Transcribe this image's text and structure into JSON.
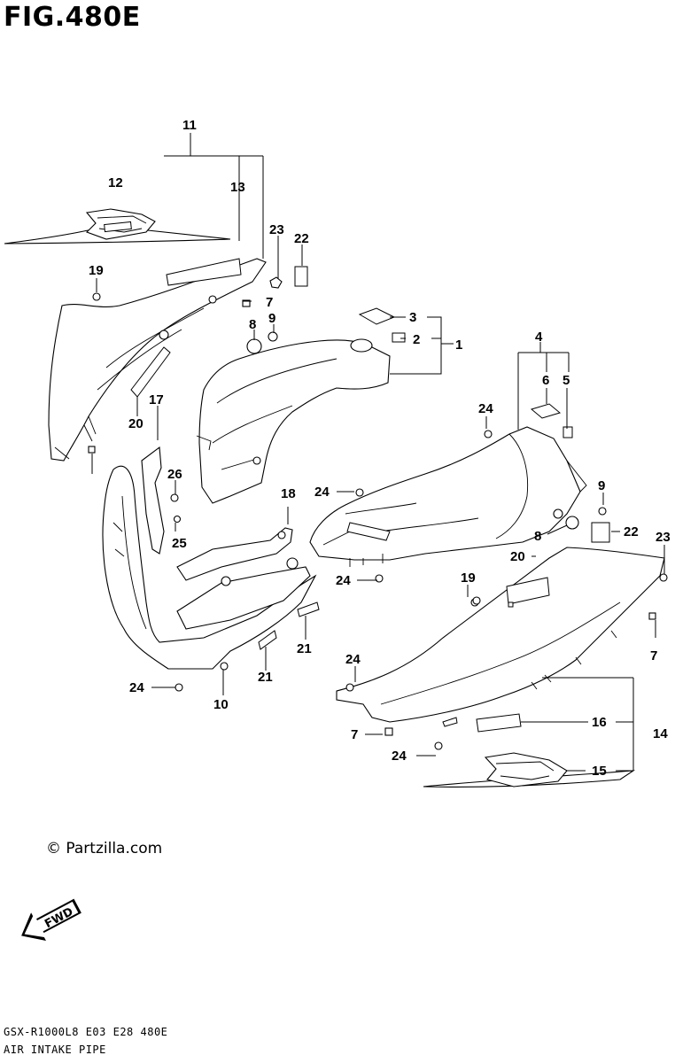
{
  "header": {
    "figure_title": "FIG.480E"
  },
  "footer": {
    "copyright": "© Partzilla.com",
    "model_code": "GSX-R1000L8  E03  E28  480E",
    "section_name": "AIR INTAKE PIPE"
  },
  "fwd_badge": "FWD",
  "callouts": [
    "11",
    "12",
    "13",
    "23",
    "22",
    "19",
    "7",
    "8",
    "9",
    "3",
    "2",
    "1",
    "4",
    "6",
    "5",
    "24",
    "20",
    "17",
    "26",
    "25",
    "18",
    "24",
    "9",
    "8",
    "22",
    "23",
    "20",
    "19",
    "7",
    "24",
    "21",
    "24",
    "21",
    "10",
    "24",
    "7",
    "16",
    "14",
    "24",
    "15"
  ]
}
